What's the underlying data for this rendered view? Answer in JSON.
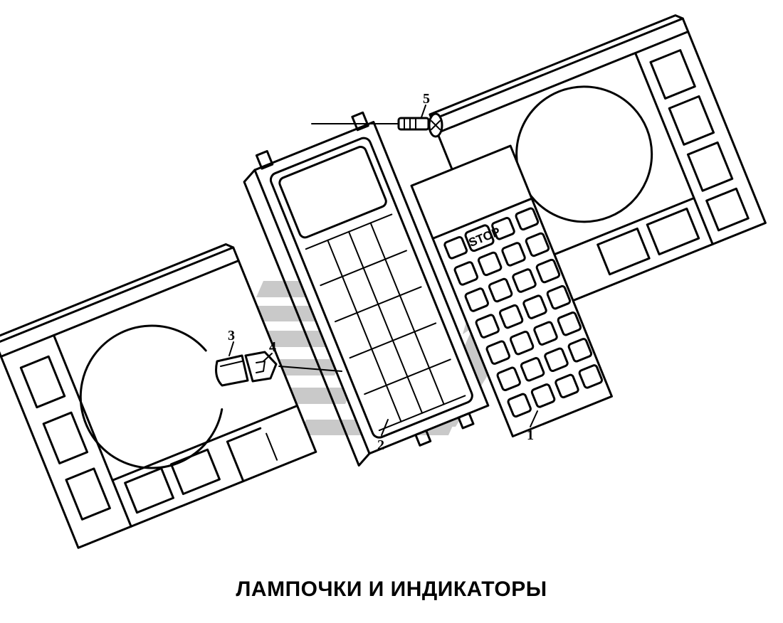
{
  "caption": "ЛАМПОЧКИ И ИНДИКАТОРЫ",
  "callouts": {
    "c1": "1",
    "c2": "2",
    "c3": "3",
    "c4": "4",
    "c5": "5"
  },
  "overlay_label": "STOP",
  "colors": {
    "line": "#000000",
    "watermark": "#c8c8c8",
    "background": "#ffffff"
  }
}
